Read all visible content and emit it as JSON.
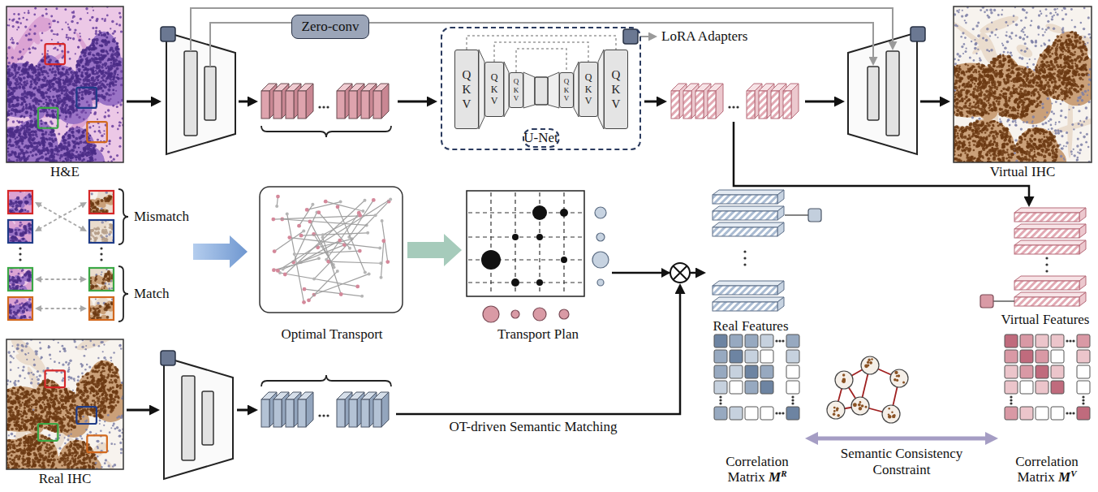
{
  "diagram": {
    "nodes": [
      {
        "text": [
          "Zero-conv"
        ]
      },
      {
        "text": [
          "H&E"
        ]
      },
      {
        "text": [
          "U-Net"
        ]
      },
      {
        "text": [
          "Q",
          "K",
          "V"
        ],
        "in": 2
      },
      {
        "text": [
          "Q",
          "K",
          "V"
        ],
        "in": 2
      },
      {
        "text": [
          "Q",
          "K",
          "V"
        ],
        "in": 2
      },
      {
        "text": [
          "Q",
          "K",
          "V"
        ],
        "in": 2
      },
      {
        "text": [
          "Q",
          "K",
          "V"
        ],
        "in": 2
      },
      {
        "text": [
          "Q",
          "K",
          "V"
        ],
        "in": 2
      },
      {
        "text": [
          "Virtual IHC"
        ]
      },
      {
        "text": [
          "Optimal Transport"
        ]
      },
      {
        "text": [
          "Transport Plan"
        ]
      },
      {
        "text": [
          "Real Features"
        ]
      },
      {
        "text": [
          "Virtual Features"
        ]
      },
      {
        "text": [
          "Real IHC"
        ]
      },
      {
        "text": [
          "Correlation Matrix",
          "M",
          "R"
        ]
      },
      {
        "text": [
          "Correlation Matrix",
          "M",
          "V"
        ]
      }
    ],
    "edges": [
      {
        "from": 10,
        "to": 11,
        "arrow": "to"
      },
      {
        "from": 11,
        "to": 12,
        "arrow": "to"
      },
      {
        "from": 15,
        "to": 16,
        "label": "Semantic Consistency Constraint",
        "arrow": "both"
      }
    ],
    "labels": [
      "LoRA Adapters",
      "Mismatch",
      "Match",
      "OT-driven Semantic Matching"
    ]
  }
}
